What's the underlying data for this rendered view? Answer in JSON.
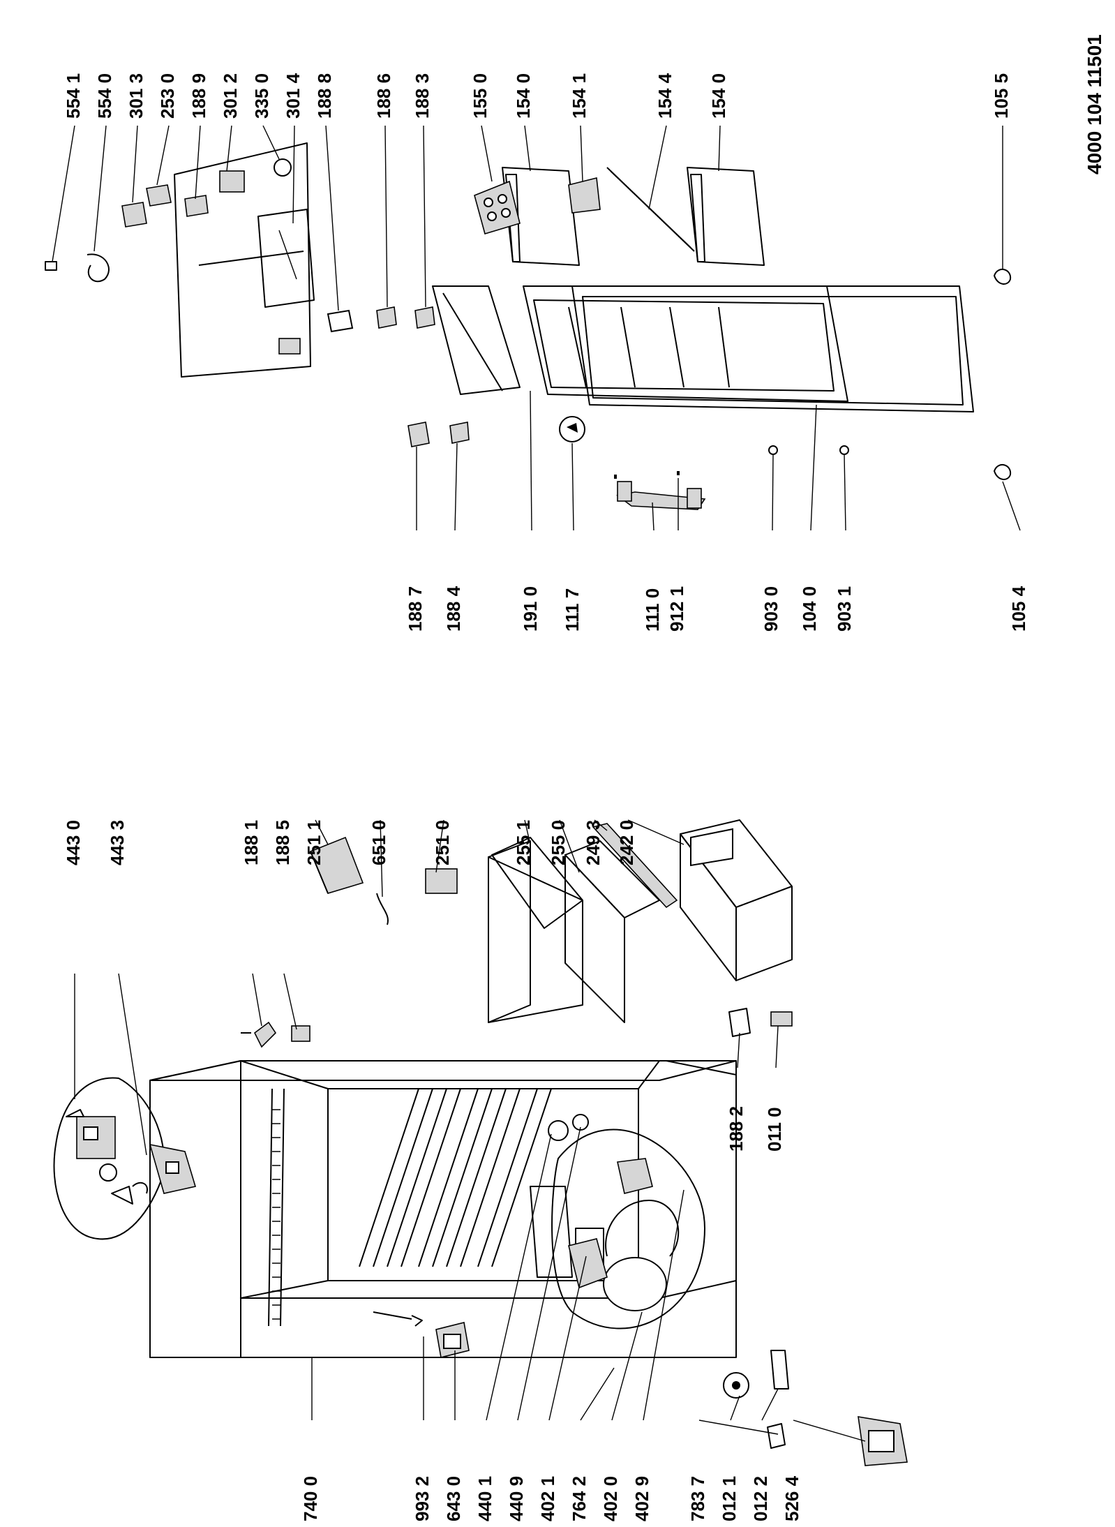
{
  "document_number": "4000 104 11501",
  "labels": {
    "l7400": "740 0",
    "l9932": "993 2",
    "l6430": "643 0",
    "l4401": "440 1",
    "l4409": "440 9",
    "l4021": "402 1",
    "l7642": "764 2",
    "l4020": "402 0",
    "l4029": "402 9",
    "l7837": "783 7",
    "l0121": "012 1",
    "l0122": "012 2",
    "l5264": "526 4",
    "l4430": "443 0",
    "l4433": "443 3",
    "l1881": "188 1",
    "l1885": "188 5",
    "l2511": "251 1",
    "l6510": "651 0",
    "l2510": "251 0",
    "l2551": "255 1",
    "l2550": "255 0",
    "l2493": "249 3",
    "l2420": "242 0",
    "l1882": "188 2",
    "l0110": "011 0",
    "l5541": "554 1",
    "l5540": "554 0",
    "l3013": "301 3",
    "l2530": "253 0",
    "l1889": "188 9",
    "l3012": "301 2",
    "l3350": "335 0",
    "l3014": "301 4",
    "l1888": "188 8",
    "l1886": "188 6",
    "l1883": "188 3",
    "l1550": "155 0",
    "l1540a": "154 0",
    "l1541": "154 1",
    "l1544": "154 4",
    "l1540b": "154 0",
    "l1055": "105 5",
    "l1887": "188 7",
    "l1884": "188 4",
    "l1910": "191 0",
    "l1117": "111 7",
    "l1110": "111 0",
    "l9121": "912 1",
    "l9030": "903 0",
    "l1040": "104 0",
    "l9031": "903 1",
    "l1054": "105 4"
  }
}
